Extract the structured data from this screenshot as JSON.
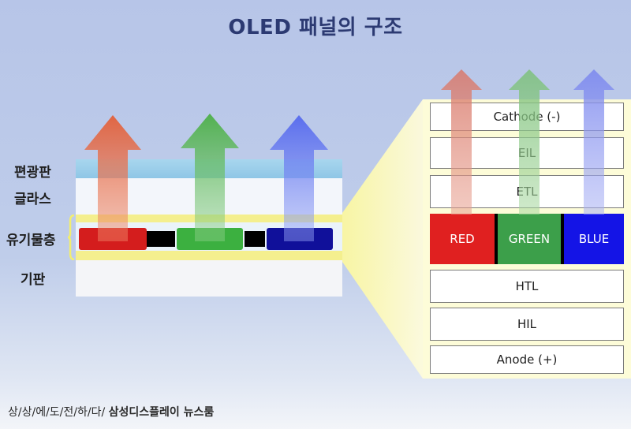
{
  "title": "OLED 패널의 구조",
  "left_labels": {
    "polarizer": "편광판",
    "glass": "글라스",
    "organic": "유기물층",
    "substrate": "기판"
  },
  "right_layers": {
    "cathode": "Cathode (-)",
    "eil": "EIL",
    "etl": "ETL",
    "htl": "HTL",
    "hil": "HIL",
    "anode": "Anode (+)"
  },
  "emission": {
    "red": "RED",
    "green": "GREEN",
    "blue": "BLUE"
  },
  "colors": {
    "red": "#e02020",
    "green": "#3ca04a",
    "blue": "#1414e6",
    "arrow_red": "#e0643c",
    "arrow_green": "#4db44d",
    "arrow_blue": "#5a6ef0"
  },
  "footer": {
    "tagline": "상/상/에/도/전/하/다/",
    "brand": "삼성디스플레이 뉴스룸"
  }
}
